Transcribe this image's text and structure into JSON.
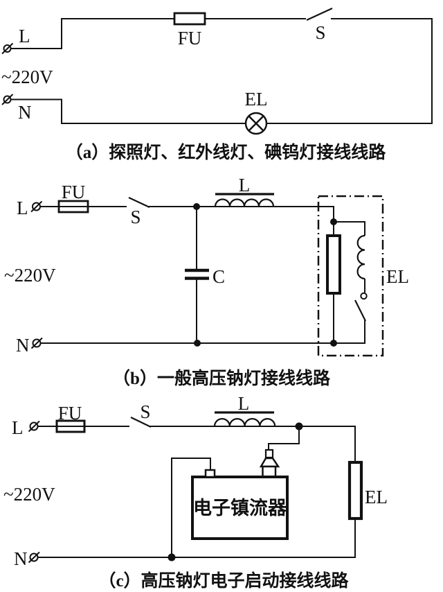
{
  "colors": {
    "ink": "#111111",
    "background": "#ffffff"
  },
  "diagram_a": {
    "terminal_live": "L",
    "terminal_neutral": "N",
    "voltage": "~220V",
    "fuse_label": "FU",
    "switch_label": "S",
    "lamp_label": "EL",
    "caption": "（a）探照灯、红外线灯、碘钨灯接线线路"
  },
  "diagram_b": {
    "terminal_live": "L",
    "terminal_neutral": "N",
    "voltage": "~220V",
    "fuse_label": "FU",
    "switch_label": "S",
    "inductor_label": "L",
    "capacitor_label": "C",
    "lamp_label": "EL",
    "caption": "（b）一般高压钠灯接线线路"
  },
  "diagram_c": {
    "terminal_live": "L",
    "terminal_neutral": "N",
    "voltage": "~220V",
    "fuse_label": "FU",
    "switch_label": "S",
    "inductor_label": "L",
    "ballast_label": "电子镇流器",
    "lamp_label": "EL",
    "caption": "（c）高压钠灯电子启动接线线路"
  }
}
